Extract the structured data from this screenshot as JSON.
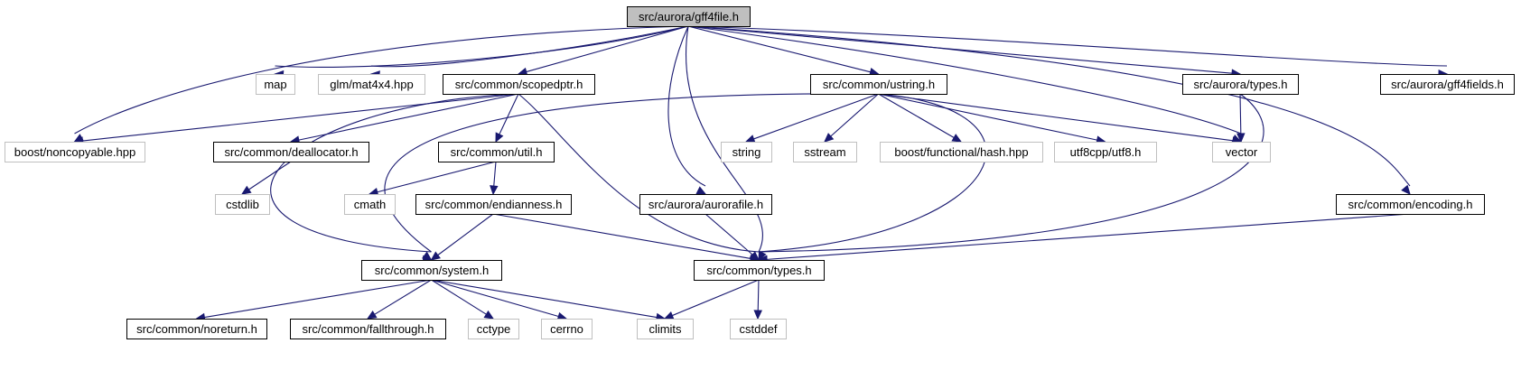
{
  "colors": {
    "edge": "#191970",
    "box_border": "#000000",
    "box_fill": "#ffffff",
    "external_border": "#bfbfbf",
    "root_fill": "#bfbfbf",
    "text": "#000000"
  },
  "nodes": {
    "root": "src/aurora/gff4file.h",
    "map": "map",
    "glm_mat": "glm/mat4x4.hpp",
    "scopedptr": "src/common/scopedptr.h",
    "ustring": "src/common/ustring.h",
    "aurora_types": "src/aurora/types.h",
    "gff4fields": "src/aurora/gff4fields.h",
    "noncopyable": "boost/noncopyable.hpp",
    "deallocator": "src/common/deallocator.h",
    "util": "src/common/util.h",
    "string": "string",
    "sstream": "sstream",
    "boost_hash": "boost/functional/hash.hpp",
    "utf8cpp": "utf8cpp/utf8.h",
    "vector": "vector",
    "cstdlib": "cstdlib",
    "cmath": "cmath",
    "endianness": "src/common/endianness.h",
    "aurorafile": "src/aurora/aurorafile.h",
    "encoding": "src/common/encoding.h",
    "system": "src/common/system.h",
    "common_types": "src/common/types.h",
    "noreturn": "src/common/noreturn.h",
    "fallthrough": "src/common/fallthrough.h",
    "cctype": "cctype",
    "cerrno": "cerrno",
    "climits": "climits",
    "cstddef": "cstddef"
  }
}
